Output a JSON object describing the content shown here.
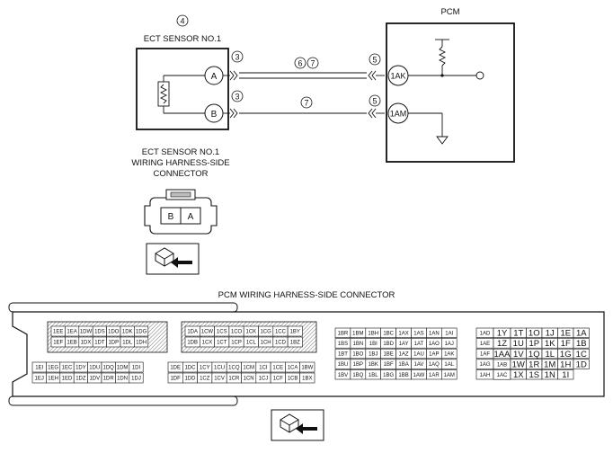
{
  "top": {
    "callout_sensor": "4",
    "sensor_title": "ECT SENSOR NO.1",
    "pcm_title": "PCM",
    "pin_a": "A",
    "pin_b": "B",
    "pcm_pin_1": "1AK",
    "pcm_pin_2": "1AM",
    "callout_a_sensor": "3",
    "callout_b_sensor": "3",
    "callout_a_mid": "6",
    "callout_a_mid2": "7",
    "callout_b_mid": "7",
    "callout_a_pcm": "5",
    "callout_b_pcm": "5",
    "harness_label_1": "ECT SENSOR NO.1",
    "harness_label_2": "WIRING HARNESS-SIDE",
    "harness_label_3": "CONNECTOR",
    "conn_pin_b": "B",
    "conn_pin_a": "A"
  },
  "pcm_connector": {
    "title": "PCM WIRING HARNESS-SIDE CONNECTOR",
    "block1": [
      [
        "1EE",
        "1EA",
        "1DW",
        "1DS",
        "1DO",
        "1DK",
        "1DG"
      ],
      [
        "1EF",
        "1EB",
        "1DX",
        "1DT",
        "1DP",
        "1DL",
        "1DH"
      ],
      [
        "1EI",
        "1EG",
        "1EC",
        "1DY",
        "1DU",
        "1DQ",
        "1DM",
        "1DI"
      ],
      [
        "1EJ",
        "1EH",
        "1ED",
        "1DZ",
        "1DV",
        "1DR",
        "1DN",
        "1DJ"
      ]
    ],
    "block2": [
      [
        "1DA",
        "1CW",
        "1CS",
        "1CO",
        "1CK",
        "1CG",
        "1CC",
        "1BY"
      ],
      [
        "1DB",
        "1CX",
        "1CT",
        "1CP",
        "1CL",
        "1CH",
        "1CD",
        "1BZ"
      ],
      [
        "1DE",
        "1DC",
        "1CY",
        "1CU",
        "1CQ",
        "1CM",
        "1CI",
        "1CE",
        "1CA",
        "1BW"
      ],
      [
        "1DF",
        "1DD",
        "1CZ",
        "1CV",
        "1CR",
        "1CN",
        "1CJ",
        "1CF",
        "1CB",
        "1BX"
      ]
    ],
    "block3": [
      [
        "1BR",
        "1BM",
        "1BH",
        "1BC",
        "1AX",
        "1AS",
        "1AN",
        "1AI"
      ],
      [
        "1BS",
        "1BN",
        "1BI",
        "1BD",
        "1AY",
        "1AT",
        "1AO",
        "1AJ"
      ],
      [
        "1BT",
        "1BO",
        "1BJ",
        "1BE",
        "1AZ",
        "1AU",
        "1AP",
        "1AK"
      ],
      [
        "1BU",
        "1BP",
        "1BK",
        "1BF",
        "1BA",
        "1AV",
        "1AQ",
        "1AL"
      ],
      [
        "1BV",
        "1BQ",
        "1BL",
        "1BG",
        "1BB",
        "1AW",
        "1AR",
        "1AM"
      ]
    ],
    "block4_small": [
      "1AD",
      "1AE",
      "1AF",
      "1AG",
      "1AH"
    ],
    "block4_small2": [
      "1AB",
      "1AC"
    ],
    "block4": [
      [
        "1Y",
        "1T",
        "1O",
        "1J",
        "1E",
        "1A"
      ],
      [
        "1Z",
        "1U",
        "1P",
        "1K",
        "1F",
        "1B"
      ],
      [
        "1AA",
        "1V",
        "1Q",
        "1L",
        "1G",
        "1C"
      ],
      [
        "1W",
        "1R",
        "1M",
        "1H",
        "1D"
      ],
      [
        "1X",
        "1S",
        "1N",
        "1I"
      ]
    ]
  }
}
